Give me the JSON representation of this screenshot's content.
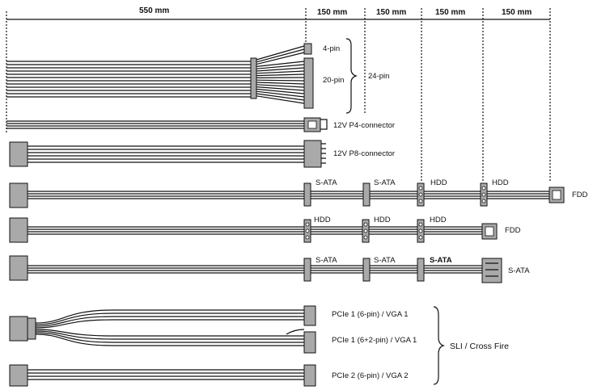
{
  "dimensions": {
    "seg1": "550 mm",
    "seg2": "150 mm",
    "seg3": "150 mm",
    "seg4": "150 mm",
    "seg5": "150 mm"
  },
  "atx": {
    "pin4": "4-pin",
    "pin20": "20-pin",
    "pin24": "24-pin"
  },
  "p4": "12V P4-connector",
  "p8": "12V P8-connector",
  "cable1": {
    "c1": "S-ATA",
    "c2": "S-ATA",
    "c3": "HDD",
    "c4": "HDD",
    "end": "FDD"
  },
  "cable2": {
    "c1": "HDD",
    "c2": "HDD",
    "c3": "HDD",
    "end": "FDD"
  },
  "cable3": {
    "c1": "S-ATA",
    "c2": "S-ATA",
    "c3": "S-ATA",
    "end": "S-ATA"
  },
  "pcie": {
    "p1": "PCIe 1 (6-pin) / VGA 1",
    "p2": "PCIe 1 (6+2-pin) / VGA 1",
    "p3": "PCIe 2 (6-pin) / VGA 2",
    "group": "SLI / Cross Fire"
  },
  "colors": {
    "connector": "#a9a9a9",
    "stroke": "#111111"
  }
}
